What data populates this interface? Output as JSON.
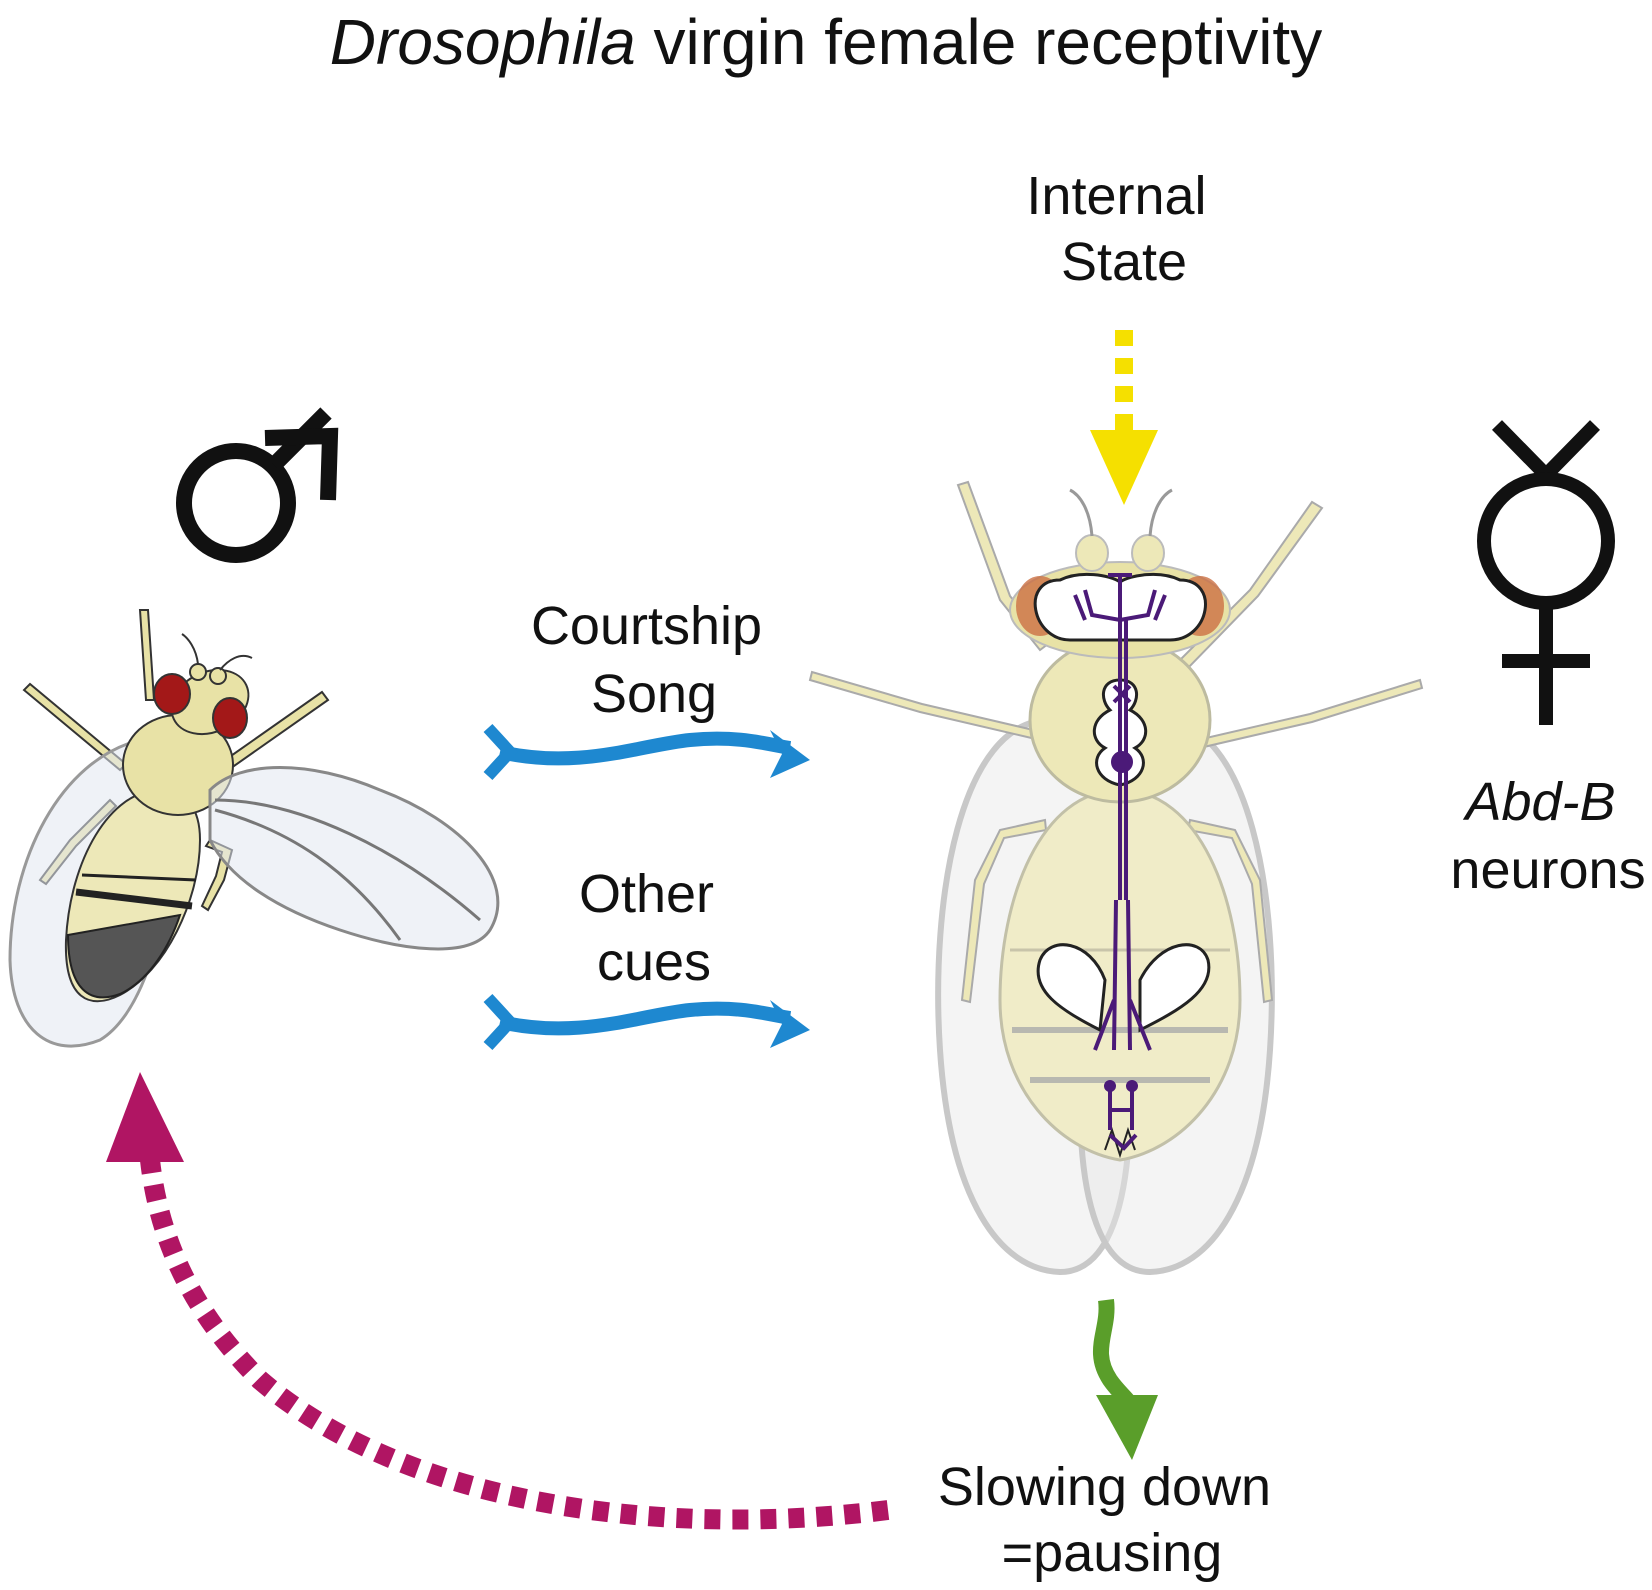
{
  "title": {
    "italic_part": "Drosophila",
    "rest": "virgin female receptivity"
  },
  "labels": {
    "internal_state": [
      "Internal",
      "State"
    ],
    "courtship_song": [
      "Courtship",
      "Song"
    ],
    "other_cues": [
      "Other",
      "cues"
    ],
    "abd_b_neurons": [
      "Abd-B",
      "neurons"
    ],
    "slowing_down": [
      "Slowing down",
      "=pausing"
    ]
  },
  "symbols": {
    "male": "male-symbol",
    "female": "virgin-female-symbol"
  },
  "colors": {
    "courtship_arrow": "#1e88d0",
    "other_cues_arrow": "#1e88d0",
    "internal_state_arrow": "#f5e000",
    "pausing_arrow": "#5a9e2a",
    "feedback_arrow": "#b01563",
    "neurons": "#4b1a78",
    "fly_body": "#e8e2a6",
    "fly_eye": "#a31818"
  }
}
